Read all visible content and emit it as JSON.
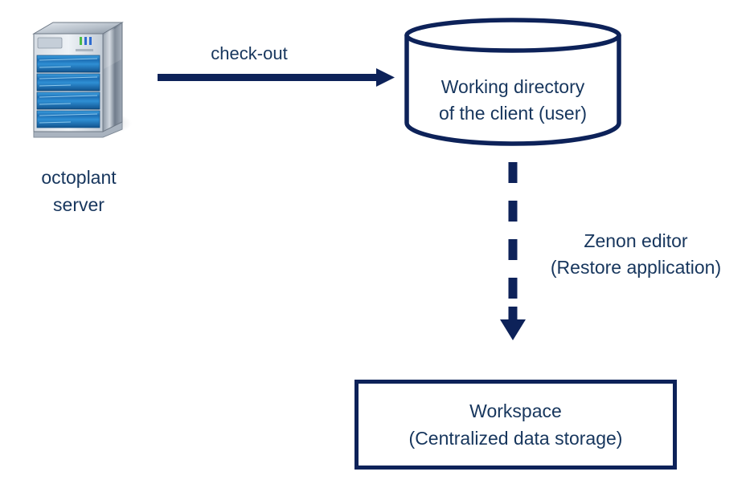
{
  "diagram": {
    "title": "octoplant check-out to workspace flow",
    "background_color": "#FFFFFF",
    "accent_color": "#0D2259",
    "text_color": "#17365D"
  },
  "server": {
    "icon_name": "server-tower-icon",
    "label": "octoplant\nserver"
  },
  "checkout_arrow": {
    "label": "check-out",
    "icon_name": "arrow-right-icon",
    "color": "#0D2259"
  },
  "working_directory": {
    "shape": "cylinder",
    "label": "Working directory\nof the client (user)",
    "color": "#0D2259"
  },
  "restore_arrow": {
    "label": "Zenon editor\n(Restore application)",
    "icon_name": "dashed-arrow-down-icon",
    "style": "dashed",
    "color": "#0D2259"
  },
  "workspace": {
    "shape": "rectangle",
    "label": "Workspace\n(Centralized data storage)",
    "border_color": "#0D2259"
  }
}
